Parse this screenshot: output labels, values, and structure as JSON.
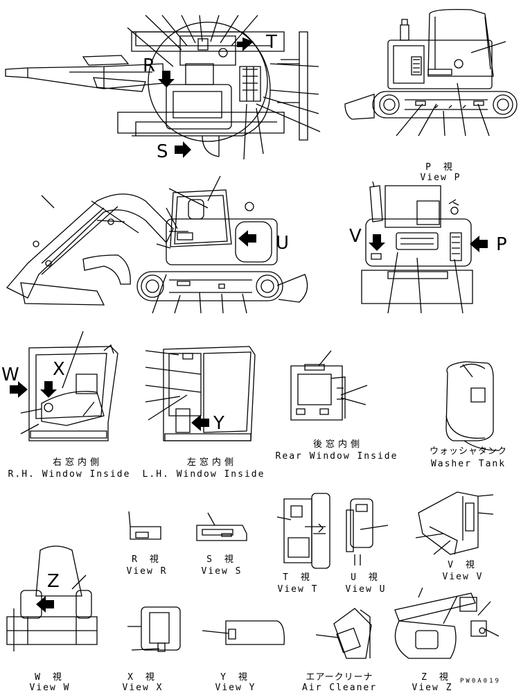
{
  "view_letters": {
    "r": "R",
    "s": "S",
    "t": "T",
    "u": "U",
    "v": "V",
    "p": "P",
    "w": "W",
    "x": "X",
    "y": "Y",
    "z": "Z"
  },
  "captions": {
    "view_p": {
      "jp": "P 視",
      "en": "View P"
    },
    "rh_window": {
      "jp": "右窓内側",
      "en": "R.H. Window Inside"
    },
    "lh_window": {
      "jp": "左窓内側",
      "en": "L.H. Window Inside"
    },
    "rear_window": {
      "jp": "後窓内側",
      "en": "Rear Window Inside"
    },
    "washer_tank": {
      "jp": "ウォッシャタンク",
      "en": "Washer Tank"
    },
    "view_r": {
      "jp": "R 視",
      "en": "View R"
    },
    "view_s": {
      "jp": "S 視",
      "en": "View S"
    },
    "view_t": {
      "jp": "T 視",
      "en": "View T"
    },
    "view_u": {
      "jp": "U 視",
      "en": "View U"
    },
    "view_v": {
      "jp": "V 視",
      "en": "View V"
    },
    "view_w": {
      "jp": "W 視",
      "en": "View W"
    },
    "view_x": {
      "jp": "X 視",
      "en": "View X"
    },
    "view_y": {
      "jp": "Y 視",
      "en": "View Y"
    },
    "air_cleaner": {
      "jp": "エアークリーナ",
      "en": "Air Cleaner"
    },
    "view_z": {
      "jp": "Z 視",
      "en": "View Z"
    }
  },
  "drawing_code": "PW0A019",
  "colors": {
    "line": "#000000",
    "background": "#ffffff"
  }
}
